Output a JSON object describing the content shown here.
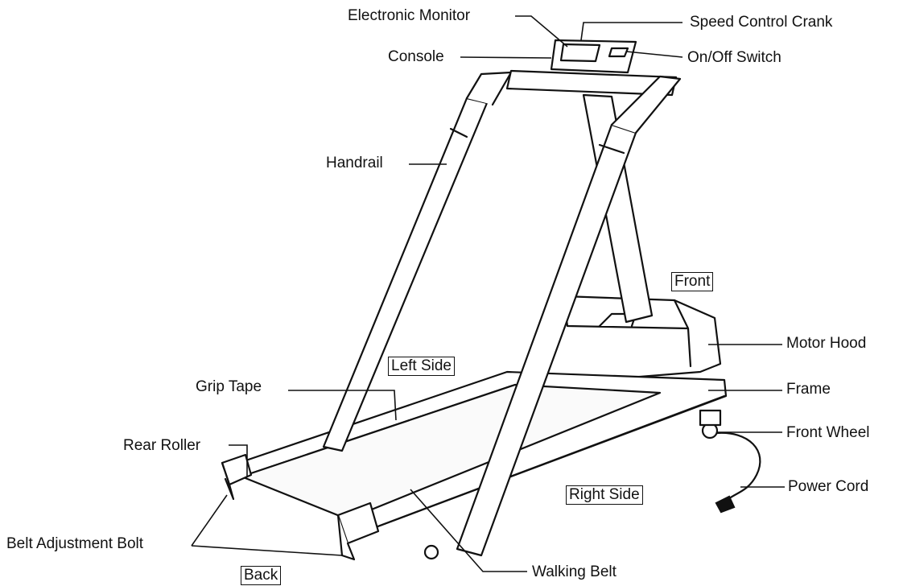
{
  "labels": {
    "electronic_monitor": "Electronic Monitor",
    "speed_control_crank": "Speed Control Crank",
    "console": "Console",
    "on_off_switch": "On/Off Switch",
    "handrail": "Handrail",
    "front": "Front",
    "motor_hood": "Motor Hood",
    "left_side": "Left Side",
    "grip_tape": "Grip Tape",
    "frame": "Frame",
    "rear_roller": "Rear Roller",
    "front_wheel": "Front Wheel",
    "right_side": "Right Side",
    "power_cord": "Power Cord",
    "belt_adjustment_bolt": "Belt Adjustment Bolt",
    "back": "Back",
    "walking_belt": "Walking Belt"
  }
}
